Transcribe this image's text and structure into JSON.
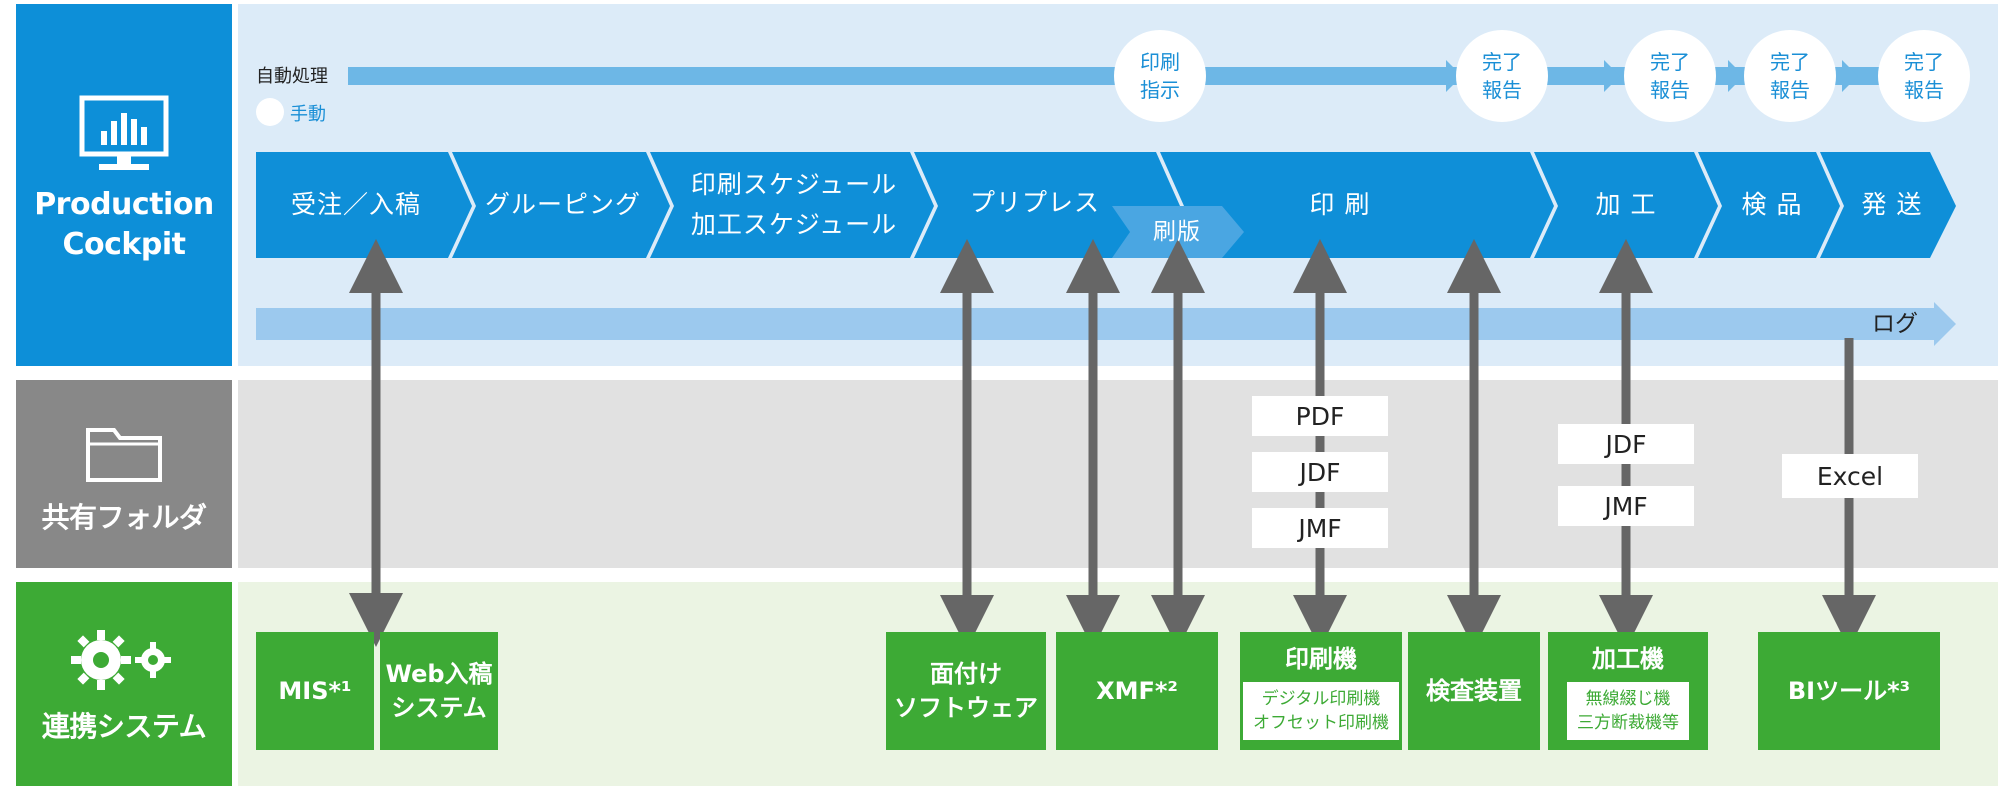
{
  "bands": {
    "cockpit": {
      "title_line1": "Production",
      "title_line2": "Cockpit",
      "icon": "monitor-chart-icon"
    },
    "shared": {
      "title": "共有フォルダ",
      "icon": "folder-icon"
    },
    "systems": {
      "title": "連携システム",
      "icon": "gears-icon"
    }
  },
  "legend": {
    "auto": "自動処理",
    "manual": "手動"
  },
  "circles": [
    {
      "line1": "印刷",
      "line2": "指示"
    },
    {
      "line1": "完了",
      "line2": "報告"
    },
    {
      "line1": "完了",
      "line2": "報告"
    },
    {
      "line1": "完了",
      "line2": "報告"
    },
    {
      "line1": "完了",
      "line2": "報告"
    }
  ],
  "flow": {
    "steps": [
      {
        "line1": "受注／入稿"
      },
      {
        "line1": "グルーピング"
      },
      {
        "line1": "印刷スケジュール",
        "line2": "加工スケジュール"
      },
      {
        "line1": "プリプレス"
      },
      {
        "line1": "印 刷"
      },
      {
        "line1": "加 工"
      },
      {
        "line1": "検 品"
      },
      {
        "line1": "発 送"
      }
    ],
    "sub_step": "刷版"
  },
  "log_label": "ログ",
  "formats": {
    "pdf": "PDF",
    "jdf_print": "JDF",
    "jmf_print": "JMF",
    "jdf_finish": "JDF",
    "jmf_finish": "JMF",
    "excel": "Excel"
  },
  "systems": {
    "mis": "MIS*¹",
    "web_line1": "Web入稿",
    "web_line2": "システム",
    "imposition_line1": "面付け",
    "imposition_line2": "ソフトウェア",
    "xmf": "XMF*²",
    "press": "印刷機",
    "press_sub1": "デジタル印刷機",
    "press_sub2": "オフセット印刷機",
    "inspection": "検査装置",
    "finisher": "加工機",
    "finisher_sub1": "無線綴じ機",
    "finisher_sub2": "三方断裁機等",
    "bi": "BIツール*³"
  },
  "colors": {
    "cockpit_dark": "#0d8fd8",
    "cockpit_light": "#dcebf8",
    "flow": "#0f8fd8",
    "light_arrow": "#6db7e6",
    "log_bar": "#9cc9ee",
    "shared_dark": "#888888",
    "shared_light": "#e1e1e1",
    "system_green": "#3daa35",
    "system_light": "#ebf4e3",
    "connector": "#666666"
  }
}
